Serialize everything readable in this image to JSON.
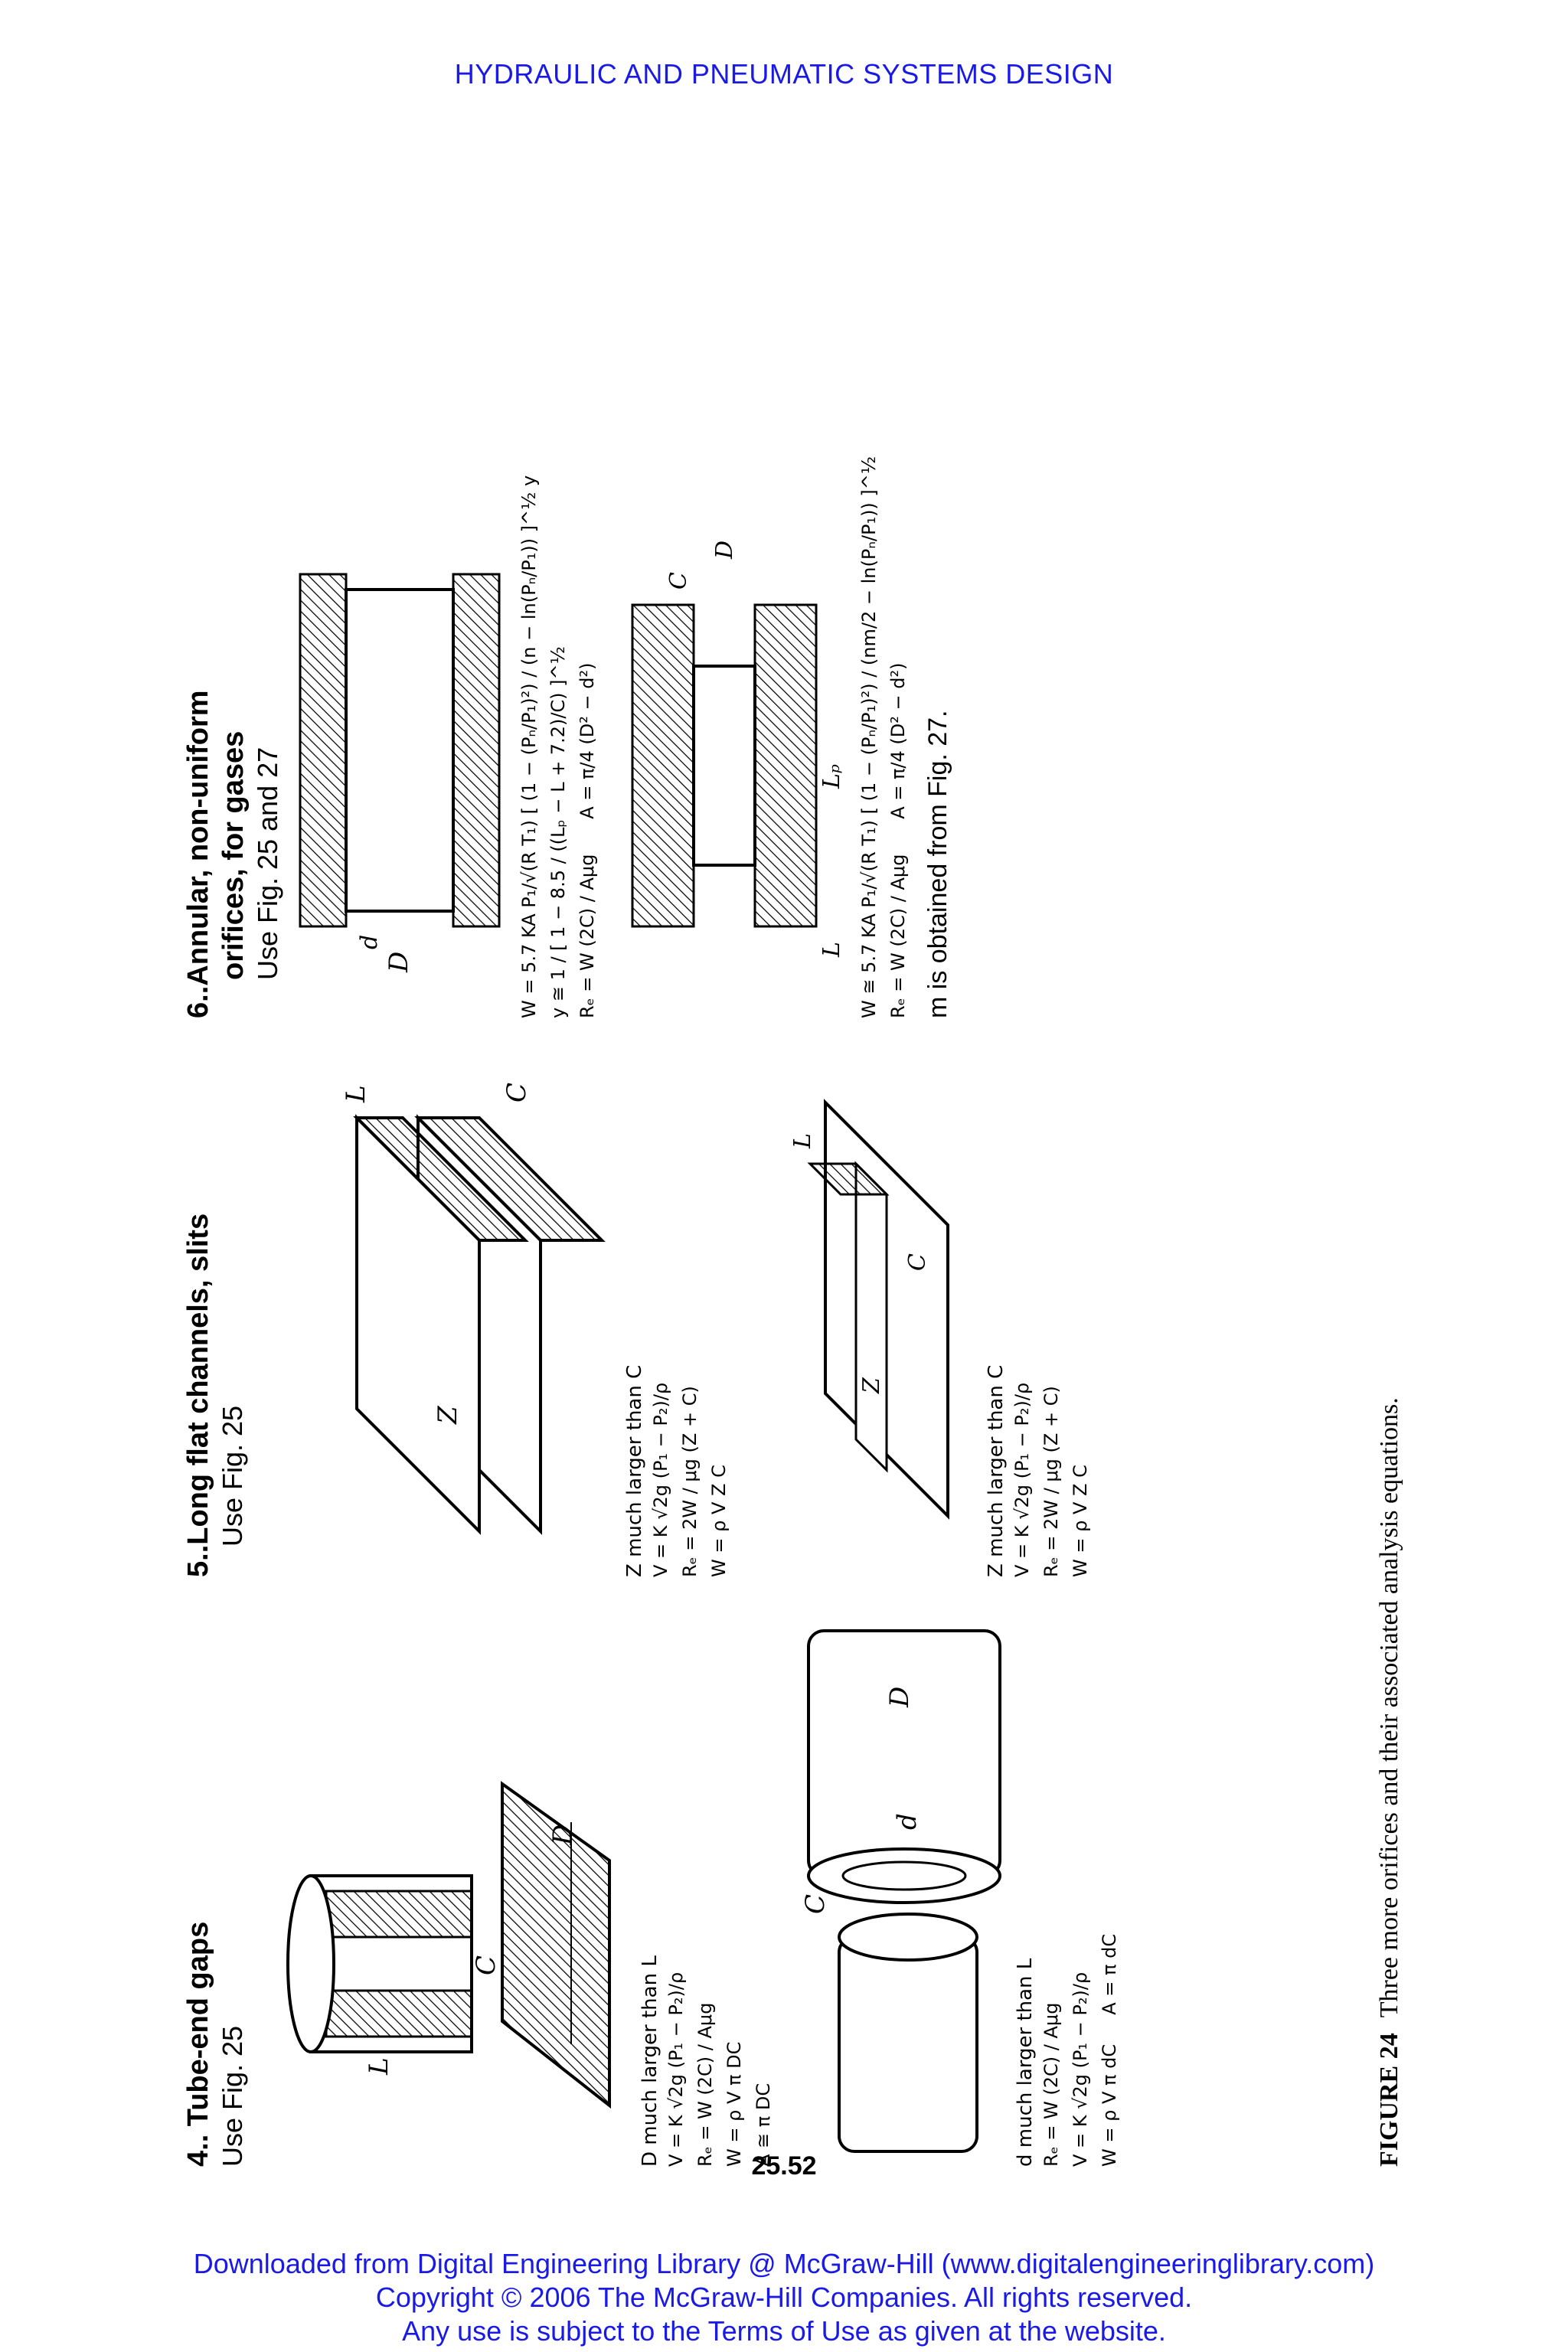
{
  "header": "HYDRAULIC AND PNEUMATIC SYSTEMS DESIGN",
  "page_number": "25.52",
  "footer": {
    "line1": "Downloaded from Digital Engineering Library @ McGraw-Hill (www.digitalengineeringlibrary.com)",
    "line2": "Copyright © 2006 The McGraw-Hill Companies. All rights reserved.",
    "line3": "Any use is subject to the Terms of Use as given at the website."
  },
  "sections": {
    "s4": {
      "title": "4.. Tube-end gaps",
      "subtitle": "Use Fig. 25",
      "a": {
        "condition": "D much larger than L",
        "eqs": [
          "V = K √2g (P₁ − P₂)/ρ",
          "Rₑ = W (2C) / Aμg",
          "W = ρ V π DC",
          "A ≅ π DC"
        ]
      },
      "b": {
        "condition": "d much larger than L",
        "eqs": [
          "Rₑ = W (2C) / Aμg",
          "V = K √2g (P₁ − P₂)/ρ",
          "W = ρ V π dC     A = π dC"
        ]
      },
      "labels": {
        "L": "L",
        "C": "C",
        "D": "D",
        "d": "d"
      }
    },
    "s5": {
      "title": "5..Long flat channels, slits",
      "subtitle": "Use Fig. 25",
      "a": {
        "condition": "Z much larger than C",
        "eqs": [
          "V = K √2g (P₁ − P₂)/ρ",
          "Rₑ = 2W / μg (Z + C)",
          "W = ρ V Z C"
        ]
      },
      "b": {
        "condition": "Z much larger than C",
        "eqs": [
          "V = K √2g (P₁ − P₂)/ρ",
          "Rₑ = 2W / μg (Z + C)",
          "W = ρ V Z C"
        ]
      },
      "labels": {
        "L": "L",
        "Z": "Z",
        "C": "C"
      }
    },
    "s6": {
      "title": "6..Annular, non-uniform",
      "title2": "orifices, for gases",
      "subtitle": "Use Fig. 25 and 27",
      "a": {
        "eqs": [
          "W = 5.7 KA P₁/√(R T₁) [ (1 − (Pₙ/P₁)²) / (n − ln(Pₙ/P₁)) ]^½ y",
          "y ≅ 1 / [ 1 − 8.5 / ((Lₚ − L + 7.2)/C) ]^½",
          "Rₑ = W (2C) / Aμg      A = π/4 (D² − d²)"
        ]
      },
      "b": {
        "eqs": [
          "W ≅ 5.7 KA P₁/√(R T₁) [ (1 − (Pₙ/P₁)²) / (nm/2 − ln(Pₙ/P₁)) ]^½",
          "Rₑ = W (2C) / Aμg      A = π/4 (D² − d²)"
        ]
      },
      "note": "m is obtained from Fig. 27.",
      "labels": {
        "D": "D",
        "d": "d",
        "Lp": "Lₚ",
        "L": "L",
        "C": "C"
      }
    }
  },
  "caption": {
    "label": "FIGURE 24",
    "text": "Three more orifices and their associated analysis equations."
  },
  "colors": {
    "link_blue": "#1a1ae6",
    "ink": "#000000"
  }
}
